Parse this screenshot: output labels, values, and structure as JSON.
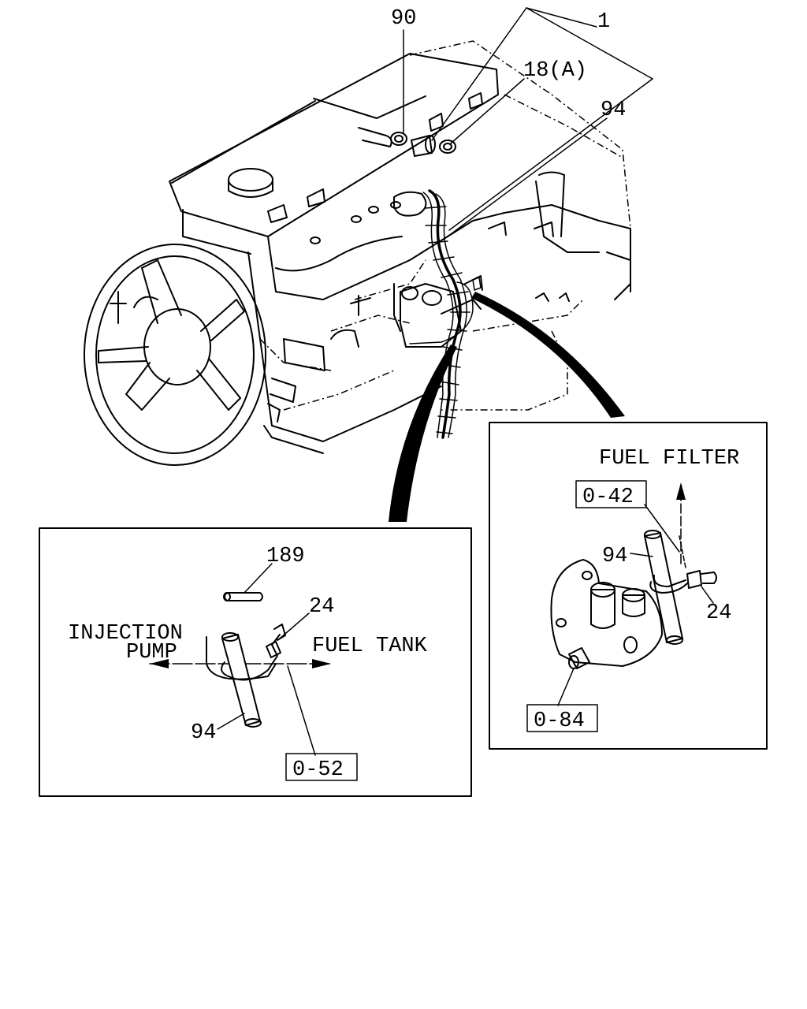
{
  "callouts": {
    "c90": "90",
    "c1": "1",
    "c18a": "18(A)",
    "c94_top": "94",
    "c189": "189",
    "c24_left": "24",
    "c94_left": "94",
    "c94_right": "94",
    "c24_right": "24"
  },
  "directions": {
    "injection_line1": "INJECTION",
    "injection_line2": "PUMP",
    "fuel_tank": "FUEL TANK",
    "fuel_filter": "FUEL FILTER"
  },
  "refs": {
    "r052": "0-52",
    "r042": "0-42",
    "r084": "0-84"
  }
}
